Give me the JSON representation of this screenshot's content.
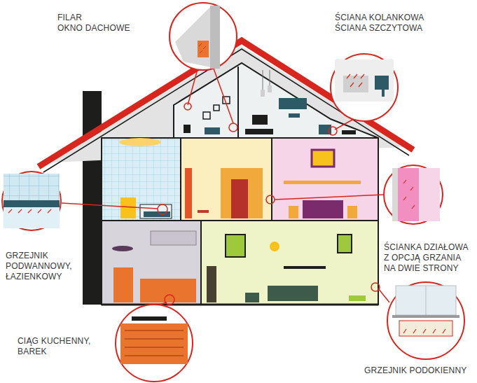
{
  "diagram": {
    "labels": [
      "FILAR",
      "OKNO DACHOWE",
      "ŚCIANA KOLANKOWA",
      "ŚCIANA SZCZYTOWA",
      "GRZEJNIK PODWANNOWY, ŁAZIENKOWY",
      "CIĄG KUCHENNY, BAREK",
      "ŚCIANKA DZIAŁOWA Z OPCJĄ GRZANIA NA DWIE STRONY",
      "GRZEJNIK PODOKIENNY"
    ]
  }
}
